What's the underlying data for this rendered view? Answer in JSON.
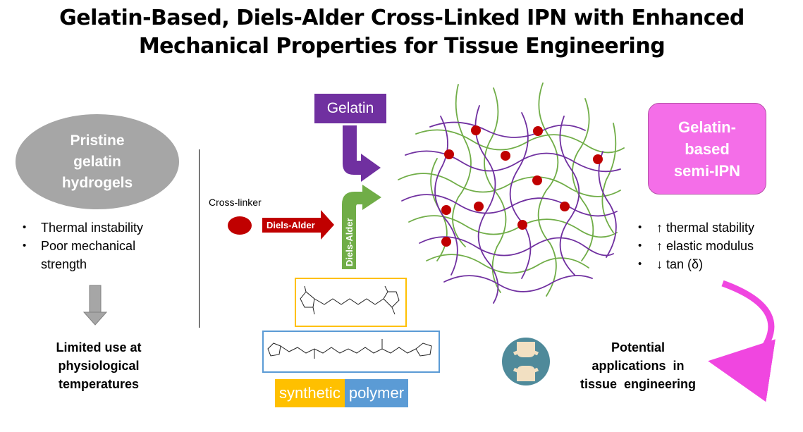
{
  "title": {
    "line1": "Gelatin-Based, Diels-Alder Cross-Linked IPN with Enhanced",
    "line2": "Mechanical Properties for Tissue Engineering"
  },
  "left": {
    "ellipse_lines": [
      "Pristine",
      "gelatin",
      "hydrogels"
    ],
    "bullets": [
      "Thermal instability",
      "Poor mechanical strength"
    ],
    "conclusion_lines": [
      "Limited use at",
      "physiological",
      "temperatures"
    ]
  },
  "middle": {
    "gelatin_label": "Gelatin",
    "crosslinker_label": "Cross-linker",
    "diels_alder_horizontal": "Diels-Alder",
    "diels_alder_vertical": "Diels-Alder",
    "synthetic_label": "synthetic",
    "polymer_label": "polymer"
  },
  "right": {
    "ipn_lines": [
      "Gelatin-",
      "based",
      "semi-IPN"
    ],
    "bullets": [
      "↑ thermal stability",
      "↑ elastic modulus",
      "↓ tan (δ)"
    ],
    "applications_lines": [
      "Potential",
      "applications  in",
      "tissue  engineering"
    ]
  },
  "colors": {
    "gelatin_purple": "#7030a0",
    "synthetic_green": "#70ad47",
    "crosslinker_red": "#c00000",
    "ipn_pink": "#f46ee8",
    "ellipse_gray": "#a6a6a6",
    "synthetic_yellow": "#ffc000",
    "polymer_blue": "#5b9bd5",
    "joint_teal": "#4f8a9a"
  }
}
